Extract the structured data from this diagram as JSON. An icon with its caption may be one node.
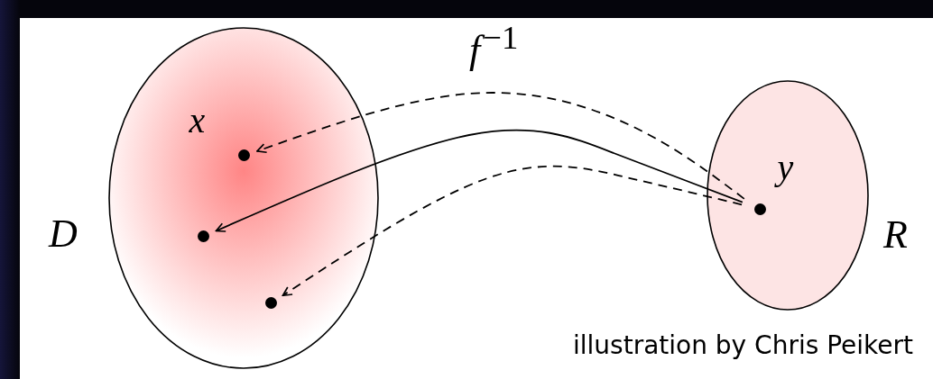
{
  "diagram": {
    "caption": "illustration by Chris Peikert",
    "nodes": [
      {
        "text": [
          "D"
        ]
      },
      {
        "text": [],
        "shape": "circle",
        "in": 0,
        "beside": [
          "x"
        ]
      },
      {
        "text": [],
        "shape": "circle",
        "in": 0
      },
      {
        "text": [],
        "shape": "circle",
        "in": 0
      },
      {
        "text": [
          "R"
        ]
      },
      {
        "text": [],
        "shape": "circle",
        "in": 4,
        "beside": [
          "y"
        ]
      }
    ],
    "edges": [
      {
        "from": 5,
        "to": 1,
        "arrow": "to",
        "style": "dashed"
      },
      {
        "from": 5,
        "to": 2,
        "arrow": "to"
      },
      {
        "from": 5,
        "to": 3,
        "arrow": "to",
        "style": "dashed"
      }
    ],
    "labels": [
      "*f*$^{−1}$"
    ]
  }
}
